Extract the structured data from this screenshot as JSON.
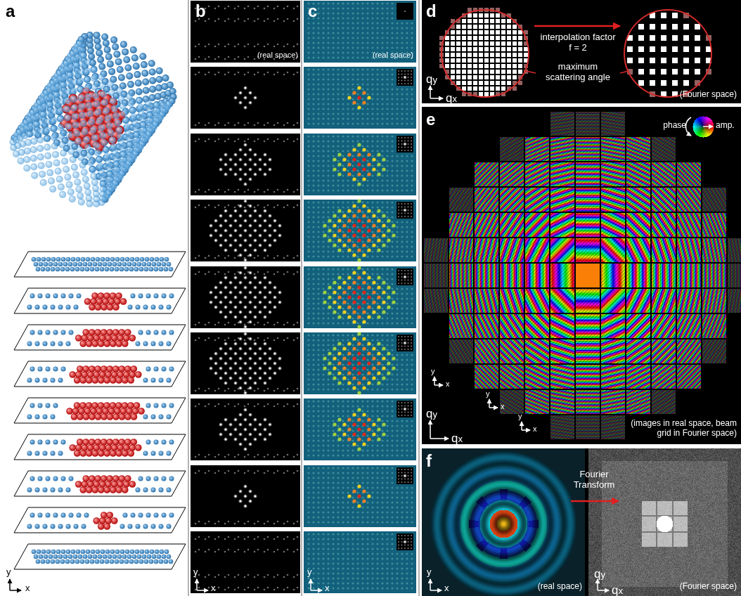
{
  "diagram": {
    "labels": [
      "a",
      "y",
      "x",
      "b",
      "(real space)",
      "y",
      "x",
      "c",
      "(real space)",
      "y",
      "x",
      "d",
      "interpolation factor f = 2",
      "maximum scattering angle",
      "(Fourier space)",
      "qy",
      "qx",
      "e",
      "phase",
      "amp.",
      "qy",
      "qx",
      "y",
      "x",
      "y",
      "x",
      "y",
      "x",
      "(images in real space, beam grid in Fourier space)",
      "f",
      "Fourier Transform",
      "(real space)",
      "(Fourier space)",
      "y",
      "x",
      "qy",
      "qx"
    ]
  }
}
